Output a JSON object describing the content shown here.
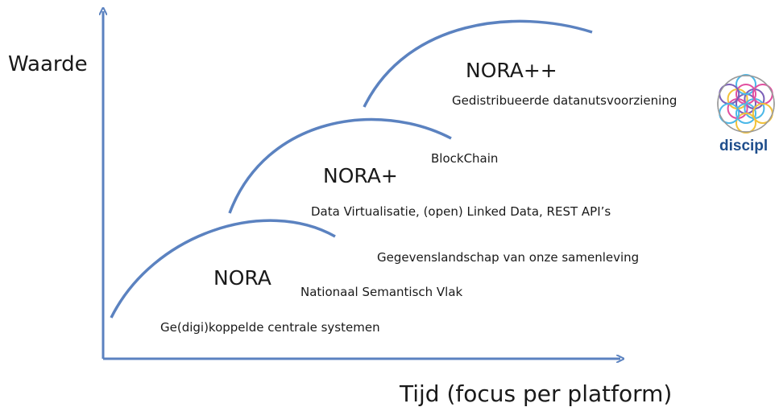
{
  "axes": {
    "y_label": "Waarde",
    "x_label": "Tijd (focus per platform)",
    "color": "#5b82c0"
  },
  "curves": [
    {
      "title": "NORA",
      "items": [
        "Ge(digi)koppelde centrale systemen",
        "Nationaal Semantisch Vlak"
      ]
    },
    {
      "title": "NORA+",
      "items": [
        "Gegevenslandschap van onze samenleving",
        "Data Virtualisatie, (open) Linked Data, REST API’s",
        "BlockChain"
      ]
    },
    {
      "title": "NORA++",
      "items": [
        "Gedistribueerde datanutsvoorziening"
      ]
    }
  ],
  "logo": {
    "text": "discipl",
    "colors": [
      "#7b5fb8",
      "#e24fa0",
      "#4cb8e8",
      "#f2c23a"
    ]
  }
}
